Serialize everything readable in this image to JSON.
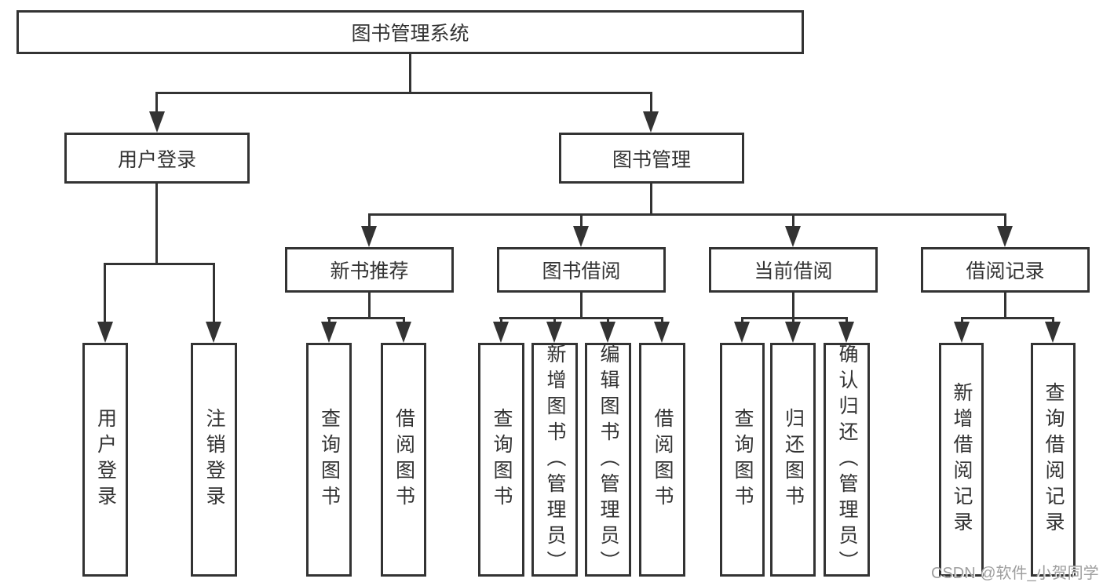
{
  "diagram": {
    "root_label": "图书管理系统",
    "branches": {
      "user_login": {
        "label": "用户登录",
        "children": [
          "用户登录",
          "注销登录"
        ]
      },
      "book_management": {
        "label": "图书管理",
        "sections": {
          "new_book_recommend": {
            "label": "新书推荐",
            "children": [
              "查询图书",
              "借阅图书"
            ]
          },
          "book_borrowing": {
            "label": "图书借阅",
            "children": [
              "查询图书",
              "新增图书（管理员）",
              "编辑图书（管理员）",
              "借阅图书"
            ]
          },
          "current_borrowing": {
            "label": "当前借阅",
            "children": [
              "查询图书",
              "归还图书",
              "确认归还（管理员）"
            ]
          },
          "borrowing_records": {
            "label": "借阅记录",
            "children": [
              "新增借阅记录",
              "查询借阅记录"
            ]
          }
        }
      }
    },
    "colors": {
      "line": "#333333",
      "text": "#333333",
      "background": "#ffffff",
      "watermark": "#9e9e9e"
    }
  },
  "watermark": {
    "text": "CSDN @软件_小贺同学"
  }
}
